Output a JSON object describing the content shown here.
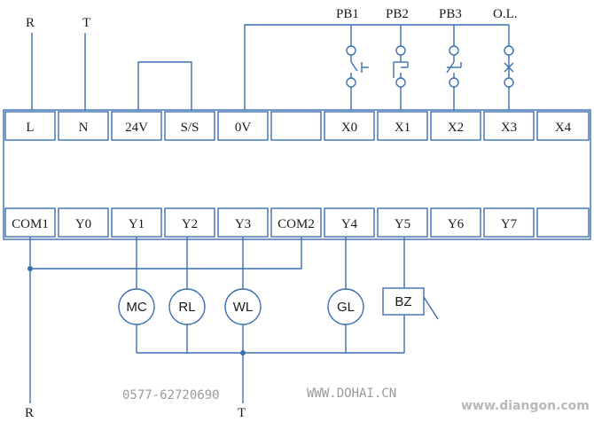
{
  "top_labels": {
    "left_r": "R",
    "left_t": "T",
    "pb1": "PB1",
    "pb2": "PB2",
    "pb3": "PB3",
    "ol": "O.L."
  },
  "top_terminals": [
    "L",
    "N",
    "24V",
    "S/S",
    "0V",
    "",
    "X0",
    "X1",
    "X2",
    "X3",
    "X4"
  ],
  "bottom_terminals": [
    "COM1",
    "Y0",
    "Y1",
    "Y2",
    "Y3",
    "COM2",
    "Y4",
    "Y5",
    "Y6",
    "Y7",
    ""
  ],
  "loads": {
    "mc": "MC",
    "rl": "RL",
    "wl": "WL",
    "gl": "GL",
    "bz": "BZ"
  },
  "bottom_labels": {
    "r": "R",
    "t": "T"
  },
  "watermarks": {
    "phone": "0577-62720690",
    "site1": "WWW.DOHAI.CN",
    "site2": "www.diangon.com"
  }
}
